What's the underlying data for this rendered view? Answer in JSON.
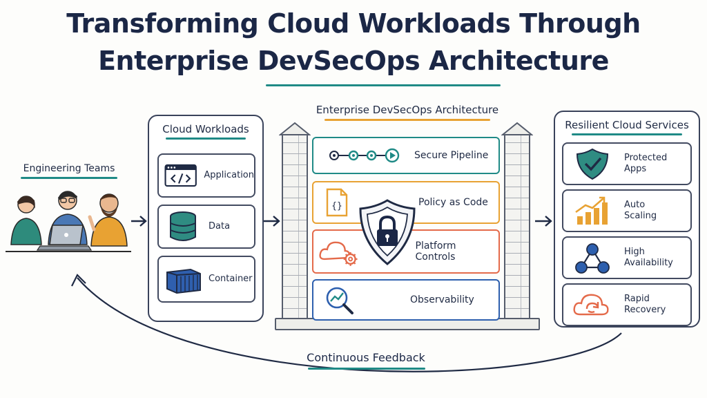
{
  "title": {
    "line1": "Transforming Cloud Workloads Through",
    "line2": "Enterprise DevSecOps Architecture"
  },
  "engineering": {
    "label": "Engineering Teams"
  },
  "workloads": {
    "title": "Cloud Workloads",
    "items": [
      {
        "label": "Application",
        "icon": "code-window-icon"
      },
      {
        "label": "Data",
        "icon": "database-icon"
      },
      {
        "label": "Container",
        "icon": "shipping-container-icon"
      }
    ]
  },
  "architecture": {
    "title": "Enterprise DevSecOps Architecture",
    "layers": [
      {
        "label": "Secure Pipeline",
        "icon": "pipeline-icon",
        "color": "#1f8a86"
      },
      {
        "label": "Policy as Code",
        "icon": "code-file-icon",
        "color": "#e8a233"
      },
      {
        "label": "Platform Controls",
        "icon": "cloud-gear-icon",
        "color": "#e46a4a"
      },
      {
        "label": "Observability",
        "icon": "magnifier-chart-icon",
        "color": "#2d5fae"
      }
    ],
    "shield_icon": "shield-lock-icon"
  },
  "services": {
    "title": "Resilient Cloud Services",
    "items": [
      {
        "label": "Protected\nApps",
        "icon": "shield-check-icon"
      },
      {
        "label": "Auto\nScaling",
        "icon": "bar-growth-icon"
      },
      {
        "label": "High\nAvailability",
        "icon": "network-triangle-icon"
      },
      {
        "label": "Rapid\nRecovery",
        "icon": "cloud-refresh-icon"
      }
    ]
  },
  "feedback": {
    "label": "Continuous Feedback"
  },
  "colors": {
    "navy": "#1b2746",
    "teal": "#1f8a86",
    "orange": "#e8a233",
    "red": "#e46a4a",
    "blue": "#2d5fae"
  }
}
